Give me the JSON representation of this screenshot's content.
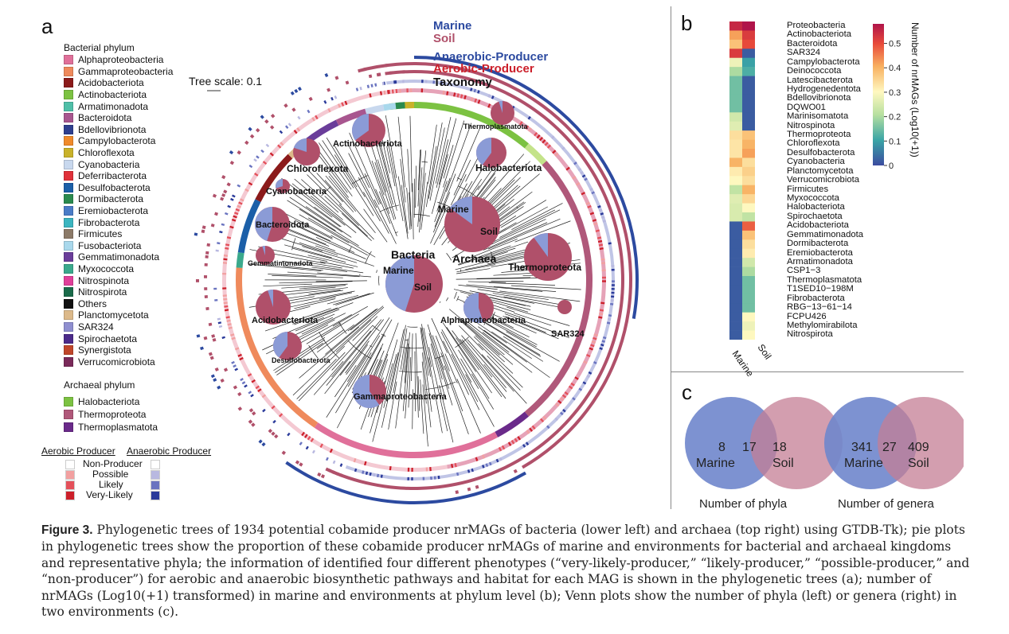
{
  "panel_a": {
    "letter": "a",
    "tree_scale": "Tree scale: 0.1",
    "ring_labels": {
      "marine": "Marine",
      "soil": "Soil",
      "anaerobic": "Anaerobic-Producer",
      "aerobic": "Aerobic-Producer",
      "taxonomy": "Taxonomy"
    },
    "center_labels": {
      "bacteria": "Bacteria",
      "archaea": "Archaea",
      "marine": "Marine",
      "soil": "Soil"
    },
    "clade_labels": [
      "Actinobacteriota",
      "Chloroflexota",
      "Cyanobacteria",
      "Bacteroidota",
      "Gemmatimonadota",
      "Acidobacteriota",
      "Desulfobacterota",
      "Gammaproteobacteria",
      "Alphaproteobacteria",
      "SAR324",
      "Thermoproteota",
      "Halobacteriota",
      "Thermoplasmatota"
    ],
    "bacterial_legend_title": "Bacterial phylum",
    "bacterial_phyla": [
      {
        "name": "Alphaproteobacteria",
        "color": "#e0709a"
      },
      {
        "name": "Gammaproteobacteria",
        "color": "#ef8a5c"
      },
      {
        "name": "Acidobacteriota",
        "color": "#8b1a1a"
      },
      {
        "name": "Actinobacteriota",
        "color": "#7cc242"
      },
      {
        "name": "Armatimonadota",
        "color": "#4fbfa8"
      },
      {
        "name": "Bacteroidota",
        "color": "#a8568f"
      },
      {
        "name": "Bdellovibrionota",
        "color": "#2e3f8f"
      },
      {
        "name": "Campylobacterota",
        "color": "#f08a2b"
      },
      {
        "name": "Chloroflexota",
        "color": "#c9b22a"
      },
      {
        "name": "Cyanobacteria",
        "color": "#c8d8ee"
      },
      {
        "name": "Deferribacterota",
        "color": "#e0313a"
      },
      {
        "name": "Desulfobacterota",
        "color": "#1b5fa8"
      },
      {
        "name": "Dormibacterota",
        "color": "#2a8a4e"
      },
      {
        "name": "Eremiobacterota",
        "color": "#4a7cc7"
      },
      {
        "name": "Fibrobacterota",
        "color": "#3bb5c0"
      },
      {
        "name": "Firmicutes",
        "color": "#8c7a68"
      },
      {
        "name": "Fusobacteriota",
        "color": "#a9d8ec"
      },
      {
        "name": "Gemmatimonadota",
        "color": "#6a3d9a"
      },
      {
        "name": "Myxococcota",
        "color": "#3aa98c"
      },
      {
        "name": "Nitrospinota",
        "color": "#e0409a"
      },
      {
        "name": "Nitrospirota",
        "color": "#1a6b4a"
      },
      {
        "name": "Others",
        "color": "#111111"
      },
      {
        "name": "Planctomycetota",
        "color": "#dcb98a"
      },
      {
        "name": "SAR324",
        "color": "#8f8fd0"
      },
      {
        "name": "Spirochaetota",
        "color": "#4b2a8a"
      },
      {
        "name": "Synergistota",
        "color": "#c0462a"
      },
      {
        "name": "Verrucomicrobiota",
        "color": "#7a2a5a"
      }
    ],
    "archaeal_legend_title": "Archaeal phylum",
    "archaeal_phyla": [
      {
        "name": "Halobacteriota",
        "color": "#7cc242"
      },
      {
        "name": "Thermoproteota",
        "color": "#b0587a"
      },
      {
        "name": "Thermoplasmatota",
        "color": "#6a2a8a"
      }
    ],
    "producer_legend": {
      "aerobic_title": "Aerobic Producer",
      "anaerobic_title": "Anaerobic Producer",
      "levels": [
        "Non-Producer",
        "Possible",
        "Likely",
        "Very-Likely"
      ],
      "aerobic_colors": [
        "#ffffff",
        "#f2a0a0",
        "#e4505a",
        "#cc1f2a"
      ],
      "anaerobic_colors": [
        "#ffffff",
        "#b8b8e0",
        "#6a74c0",
        "#2a3a9a"
      ]
    },
    "colors": {
      "marine": "#8b9bd6",
      "soil": "#b0506a",
      "marine_text": "#2c4aa0",
      "soil_text": "#b0506a",
      "anaerobic_text": "#2c4aa0",
      "aerobic_text": "#cc1f2a"
    }
  },
  "panel_b": {
    "letter": "b",
    "columns": [
      "Marine",
      "Soil"
    ],
    "rows": [
      "Proteobacteria",
      "Actinobacteriota",
      "Bacteroidota",
      "SAR324",
      "Campylobacterota",
      "Deinococcota",
      "Latescibacterota",
      "Hydrogenedentota",
      "Bdellovibrionota",
      "DQWO01",
      "Marinisomatota",
      "Nitrospinota",
      "Thermoproteota",
      "Chloroflexota",
      "Desulfobacterota",
      "Cyanobacteria",
      "Planctomycetota",
      "Verrucomicrobiota",
      "Firmicutes",
      "Myxococcota",
      "Halobacteriota",
      "Spirochaetota",
      "Acidobacteriota",
      "Gemmatimonadota",
      "Dormibacterota",
      "Eremiobacterota",
      "Armatimonadota",
      "CSP1−3",
      "Thermoplasmatota",
      "T1SED10−198M",
      "Fibrobacterota",
      "RBG−13−61−14",
      "FCPU426",
      "Methylomirabilota",
      "Nitrospirota"
    ],
    "values": [
      [
        0.55,
        0.58
      ],
      [
        0.42,
        0.52
      ],
      [
        0.38,
        0.5
      ],
      [
        0.52,
        0.02
      ],
      [
        0.28,
        0.1
      ],
      [
        0.2,
        0.12
      ],
      [
        0.15,
        0.02
      ],
      [
        0.15,
        0.02
      ],
      [
        0.15,
        0.02
      ],
      [
        0.15,
        0.02
      ],
      [
        0.24,
        0.02
      ],
      [
        0.26,
        0.02
      ],
      [
        0.34,
        0.38
      ],
      [
        0.33,
        0.4
      ],
      [
        0.33,
        0.42
      ],
      [
        0.4,
        0.34
      ],
      [
        0.32,
        0.36
      ],
      [
        0.3,
        0.34
      ],
      [
        0.22,
        0.4
      ],
      [
        0.26,
        0.35
      ],
      [
        0.25,
        0.3
      ],
      [
        0.25,
        0.22
      ],
      [
        0.02,
        0.48
      ],
      [
        0.02,
        0.38
      ],
      [
        0.02,
        0.34
      ],
      [
        0.02,
        0.32
      ],
      [
        0.02,
        0.24
      ],
      [
        0.02,
        0.2
      ],
      [
        0.02,
        0.15
      ],
      [
        0.02,
        0.15
      ],
      [
        0.02,
        0.15
      ],
      [
        0.02,
        0.15
      ],
      [
        0.02,
        0.3
      ],
      [
        0.02,
        0.28
      ],
      [
        0.02,
        0.3
      ]
    ],
    "colorbar_title": "Number of nrMAGs (Log10(+1))",
    "colorbar_ticks": [
      "0",
      "0.1",
      "0.2",
      "0.3",
      "0.4",
      "0.5"
    ],
    "colorbar_range": [
      0,
      0.58
    ]
  },
  "panel_c": {
    "letter": "c",
    "venn_phyla": {
      "left": "8",
      "overlap": "17",
      "right": "18",
      "left_label": "Marine",
      "right_label": "Soil",
      "caption": "Number of phyla"
    },
    "venn_genera": {
      "left": "341",
      "overlap": "27",
      "right": "409",
      "left_label": "Marine",
      "right_label": "Soil",
      "caption": "Number of genera"
    }
  },
  "caption": {
    "label": "Figure 3.",
    "text": " Phylogenetic trees of 1934 potential cobamide producer nrMAGs of bacteria (lower left) and archaea (top right) using GTDB-Tk); pie plots in phylogenetic trees show the proportion of these cobamide producer nrMAGs of marine and environments for bacterial and archaeal kingdoms and representative phyla; the information of identified four different phenotypes (“very-likely-producer,” “likely-producer,” “possible-producer,” and “non-producer”) for aerobic and anaerobic biosynthetic pathways and habitat for each MAG is shown in the phylogenetic trees (a); number of nrMAGs (Log10(+1) transformed) in marine and environments at phylum level (b); Venn plots show the number of phyla (left) or genera (right) in two environments (c)."
  }
}
